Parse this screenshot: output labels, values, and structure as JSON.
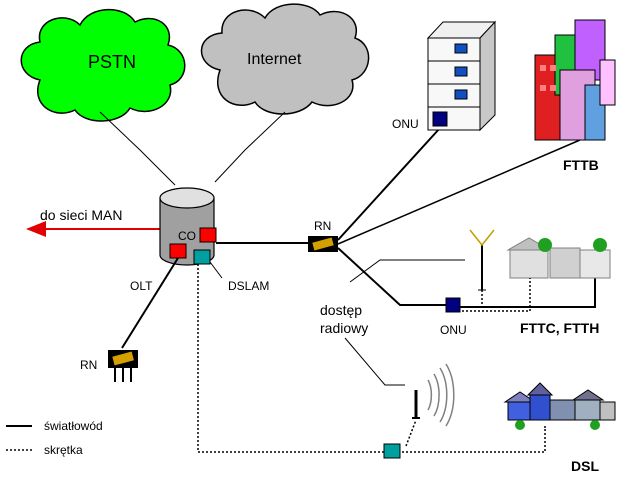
{
  "clouds": {
    "pstn": "PSTN",
    "internet": "Internet"
  },
  "central_office": {
    "label": "CO",
    "olt": "OLT",
    "dslam": "DSLAM",
    "man_link": "do sieci MAN"
  },
  "nodes": {
    "rn_top": "RN",
    "rn_bottom": "RN",
    "onu_building": "ONU",
    "onu_street": "ONU"
  },
  "groups": {
    "fttb": "FTTB",
    "fttc": "FTTC, FTTH",
    "dsl": "DSL",
    "radio_line1": "dostęp",
    "radio_line2": "radiowy"
  },
  "legend": {
    "fiber": "światłowód",
    "twisted_pair": "skrętka"
  },
  "colors": {
    "pstn_cloud": "#00ff00",
    "internet_cloud": "#c0c0c0",
    "man_arrow": "#e00000",
    "olt": "#ff0000",
    "dslam": "#00a0a0",
    "onu": "#000080"
  }
}
